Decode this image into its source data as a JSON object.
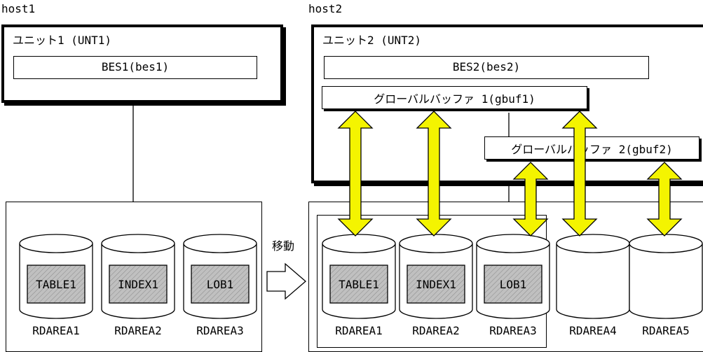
{
  "host1": {
    "label": "host1",
    "unit_label": "ユニット1 (UNT1)",
    "server_label": "BES1(bes1)",
    "disks": [
      {
        "content": "TABLE1",
        "area": "RDAREA1"
      },
      {
        "content": "INDEX1",
        "area": "RDAREA2"
      },
      {
        "content": "LOB1",
        "area": "RDAREA3"
      }
    ]
  },
  "move_label": "移動",
  "host2": {
    "label": "host2",
    "unit_label": "ユニット2 (UNT2)",
    "server_label": "BES2(bes2)",
    "buffer1_label": "グローバルバッファ 1(gbuf1)",
    "buffer2_label": "グローバルバッファ 2(gbuf2)",
    "disks": [
      {
        "content": "TABLE1",
        "area": "RDAREA1"
      },
      {
        "content": "INDEX1",
        "area": "RDAREA2"
      },
      {
        "content": "LOB1",
        "area": "RDAREA3"
      },
      {
        "content": "",
        "area": "RDAREA4"
      },
      {
        "content": "",
        "area": "RDAREA5"
      }
    ]
  },
  "colors": {
    "arrow_fill": "#f4f400",
    "hatch_fill": "#c0c0c0"
  }
}
